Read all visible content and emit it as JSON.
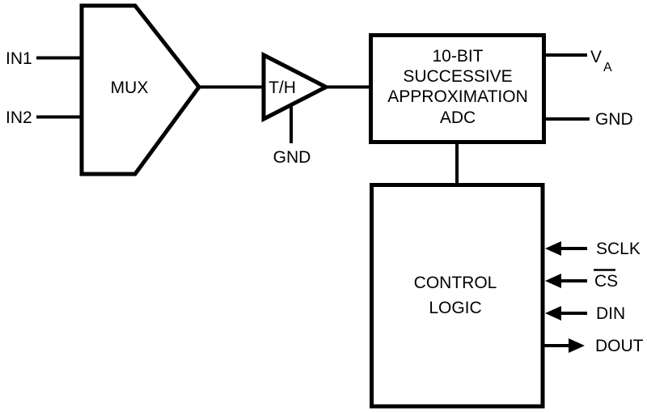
{
  "blocks": {
    "mux": {
      "label": "MUX"
    },
    "track_hold": {
      "label": "T/H",
      "gnd": "GND"
    },
    "adc": {
      "line1": "10-BIT",
      "line2": "SUCCESSIVE",
      "line3": "APPROXIMATION",
      "line4": "ADC"
    },
    "control_logic": {
      "line1": "CONTROL",
      "line2": "LOGIC"
    }
  },
  "pins": {
    "in1": "IN1",
    "in2": "IN2",
    "va_base": "V",
    "va_sub": "A",
    "gnd": "GND",
    "sclk": "SCLK",
    "cs": "CS",
    "din": "DIN",
    "dout": "DOUT"
  },
  "colors": {
    "stroke": "#000000",
    "background": "#ffffff"
  }
}
